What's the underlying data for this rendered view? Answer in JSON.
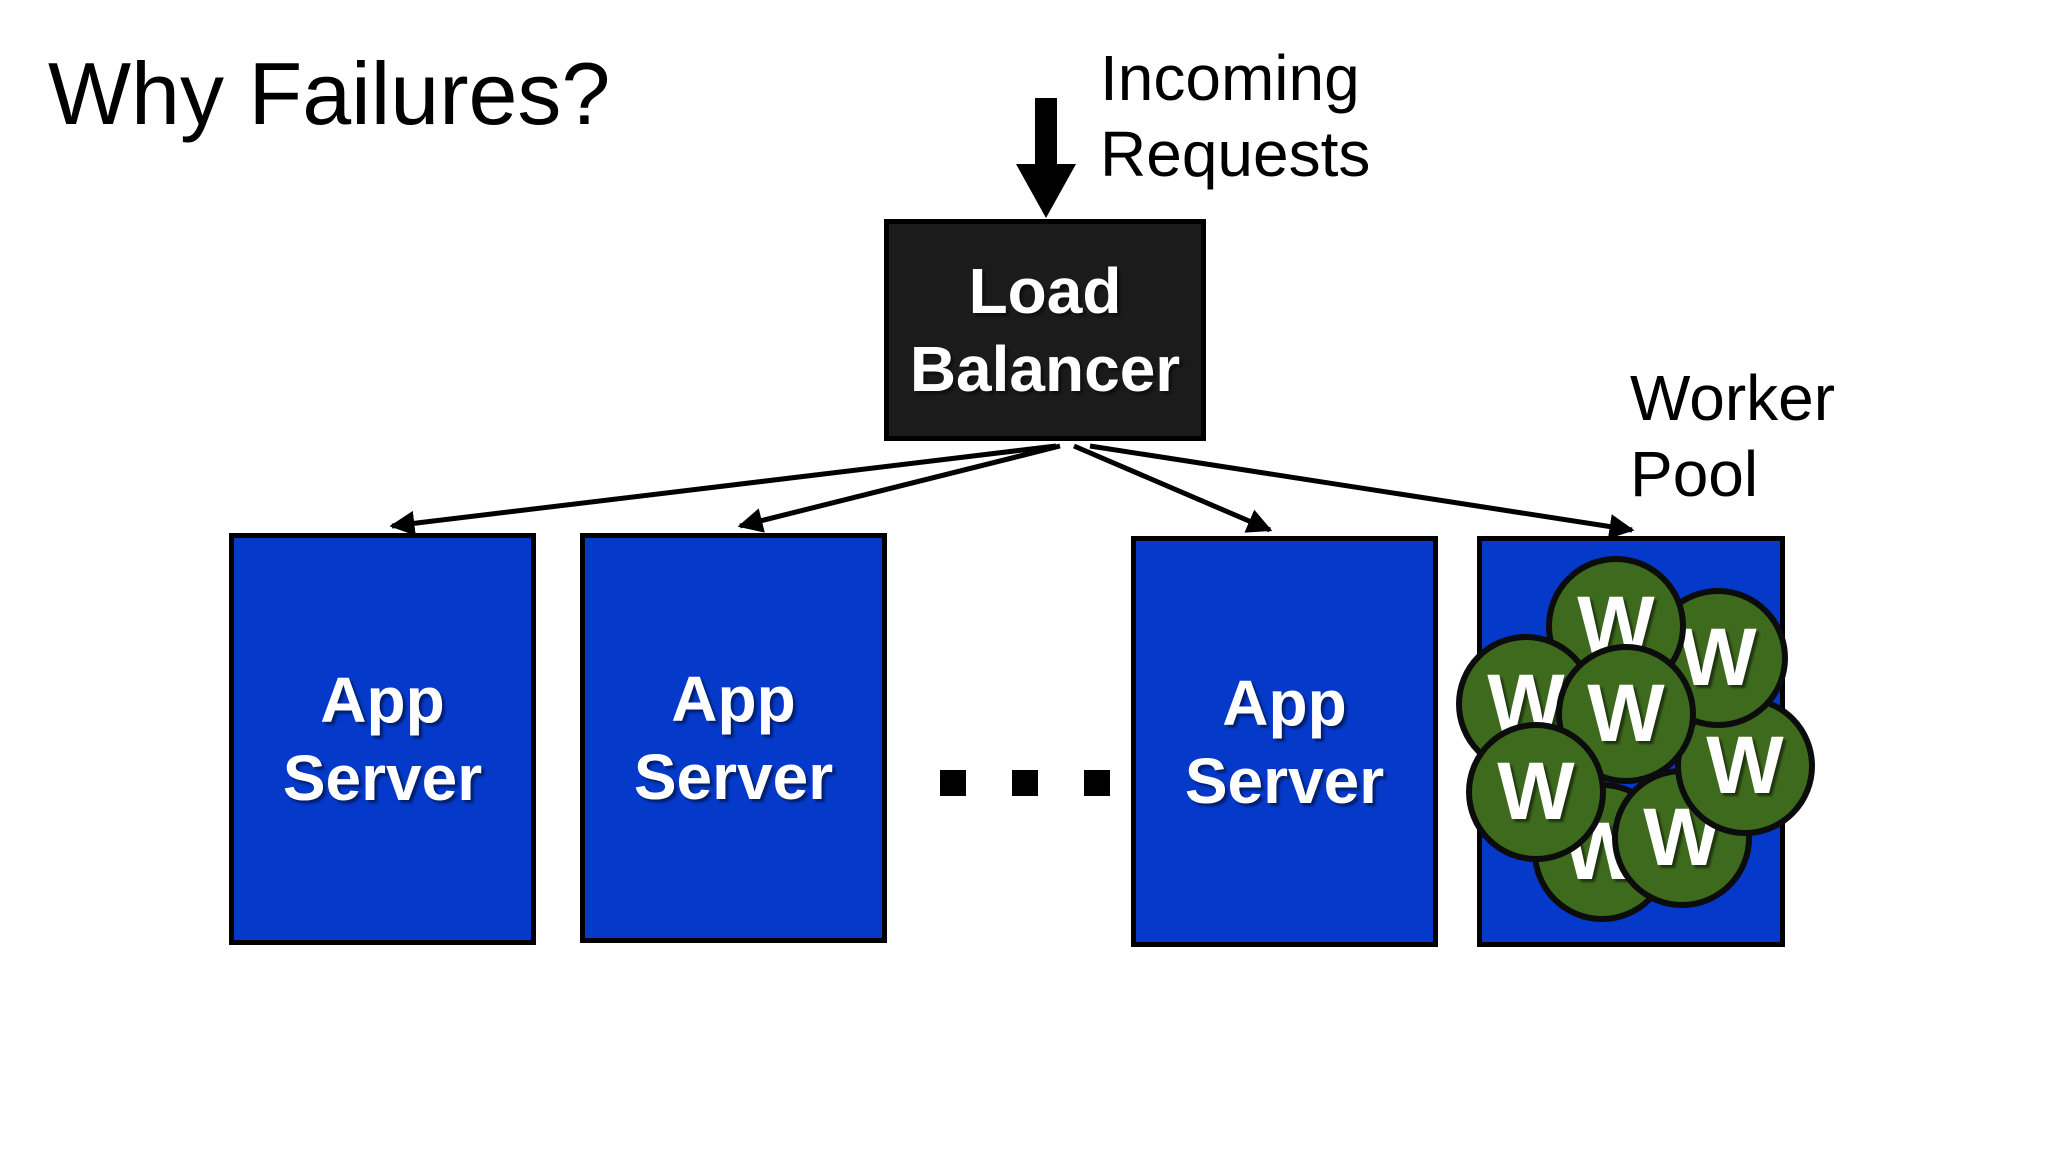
{
  "title": "Why Failures?",
  "incoming": {
    "line1": "Incoming",
    "line2": "Requests"
  },
  "load_balancer": {
    "line1": "Load",
    "line2": "Balancer"
  },
  "app_servers": [
    {
      "line1": "App",
      "line2": "Server"
    },
    {
      "line1": "App",
      "line2": "Server"
    },
    {
      "line1": "App",
      "line2": "Server"
    }
  ],
  "worker_pool_label": {
    "line1": "Worker",
    "line2": "Pool"
  },
  "worker_glyph": "W",
  "colors": {
    "app_server_fill": "#0439c9",
    "load_balancer_fill": "#1b1b1b",
    "worker_fill": "#3e6a1d"
  }
}
